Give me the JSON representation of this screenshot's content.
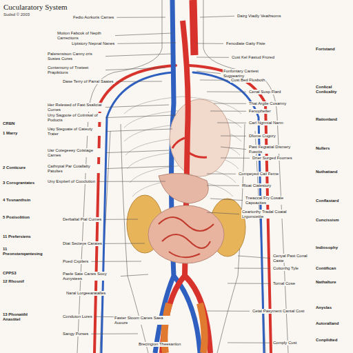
{
  "diagram": {
    "title": "Cucularatory System",
    "labels": [
      "Sudsd © 2003",
      "Fedio Aorkoris Carnes",
      "Motion Fabcok of Nepth Carrections",
      "Liptstory Nepnal Nanes",
      "Palerensison Canny cris Sustes Cures",
      "Contemony of Tneteet Prapiktions",
      "Dase Terry of Parral Saates",
      "Her Relewed of Fast Ssalicial Cumes",
      "Uny Sagpote of Cotinisal of Poducts",
      "Uay Stegoate of Cateuty Trater",
      "Uar Cotegeeey Cotstage Carnes",
      "Cathrptal Par Cotallalty Patultes",
      "Uny Expiterl of Cooclution",
      "Derbaltal Pial Cumes",
      "Dtat Secteye Carates",
      "Poed Cxpilers",
      "Paele Sate Canes Sooy Aunystees",
      "Naral Lorgeearatalles",
      "Conduton Lures",
      "Sangy Porses",
      "Faster Stoom Canes Saea Auoure",
      "Brecingion Theesanlon",
      "Dairg Viadly Veathsoms",
      "Fenodiate Gaity Fisie",
      "Cust Kel Fastud Frored",
      "Fonfontary Cantest Sugpeariny",
      "Cust Bed Flusboth",
      "Cenal Susp Flard",
      "That Arglie Cosarmy",
      "Fenopheller",
      "Carl Ngrmial Narm",
      "Dfome Cugory",
      "Past Fegtatial Dismery Fuectis",
      "Drier Surged Foornes",
      "Compeyed Cail Feme",
      "Rloat Cialestory",
      "Tneaccal Fry Cosale Capoacites",
      "Cearionhy Tradal Coatal Lrgomcetite",
      "Cenyal Past Conal Caste",
      "Cuttonhg Tyle",
      "Tornal Cose",
      "Cetal Pasyment Cantal Cost",
      "Comply Cust",
      "CRBN",
      "1 Marry",
      "2 Conticure",
      "3 Corograntates",
      "4 Tosnanthsin",
      "5 Poxisolition",
      "11 Prefersiens",
      "11 Preonstenqantesing",
      "CPPS3",
      "12 Rhosnif",
      "13 Phonatthl Anastitel",
      "Fortstand",
      "Conlical Conlicality",
      "Rationland",
      "Nullers",
      "Nuthatiand",
      "Conflastard",
      "Cuncissism",
      "Indiosophy",
      "Contifican",
      "Nathalture",
      "Anyslas",
      "Autoralland",
      "Conplidted"
    ]
  }
}
